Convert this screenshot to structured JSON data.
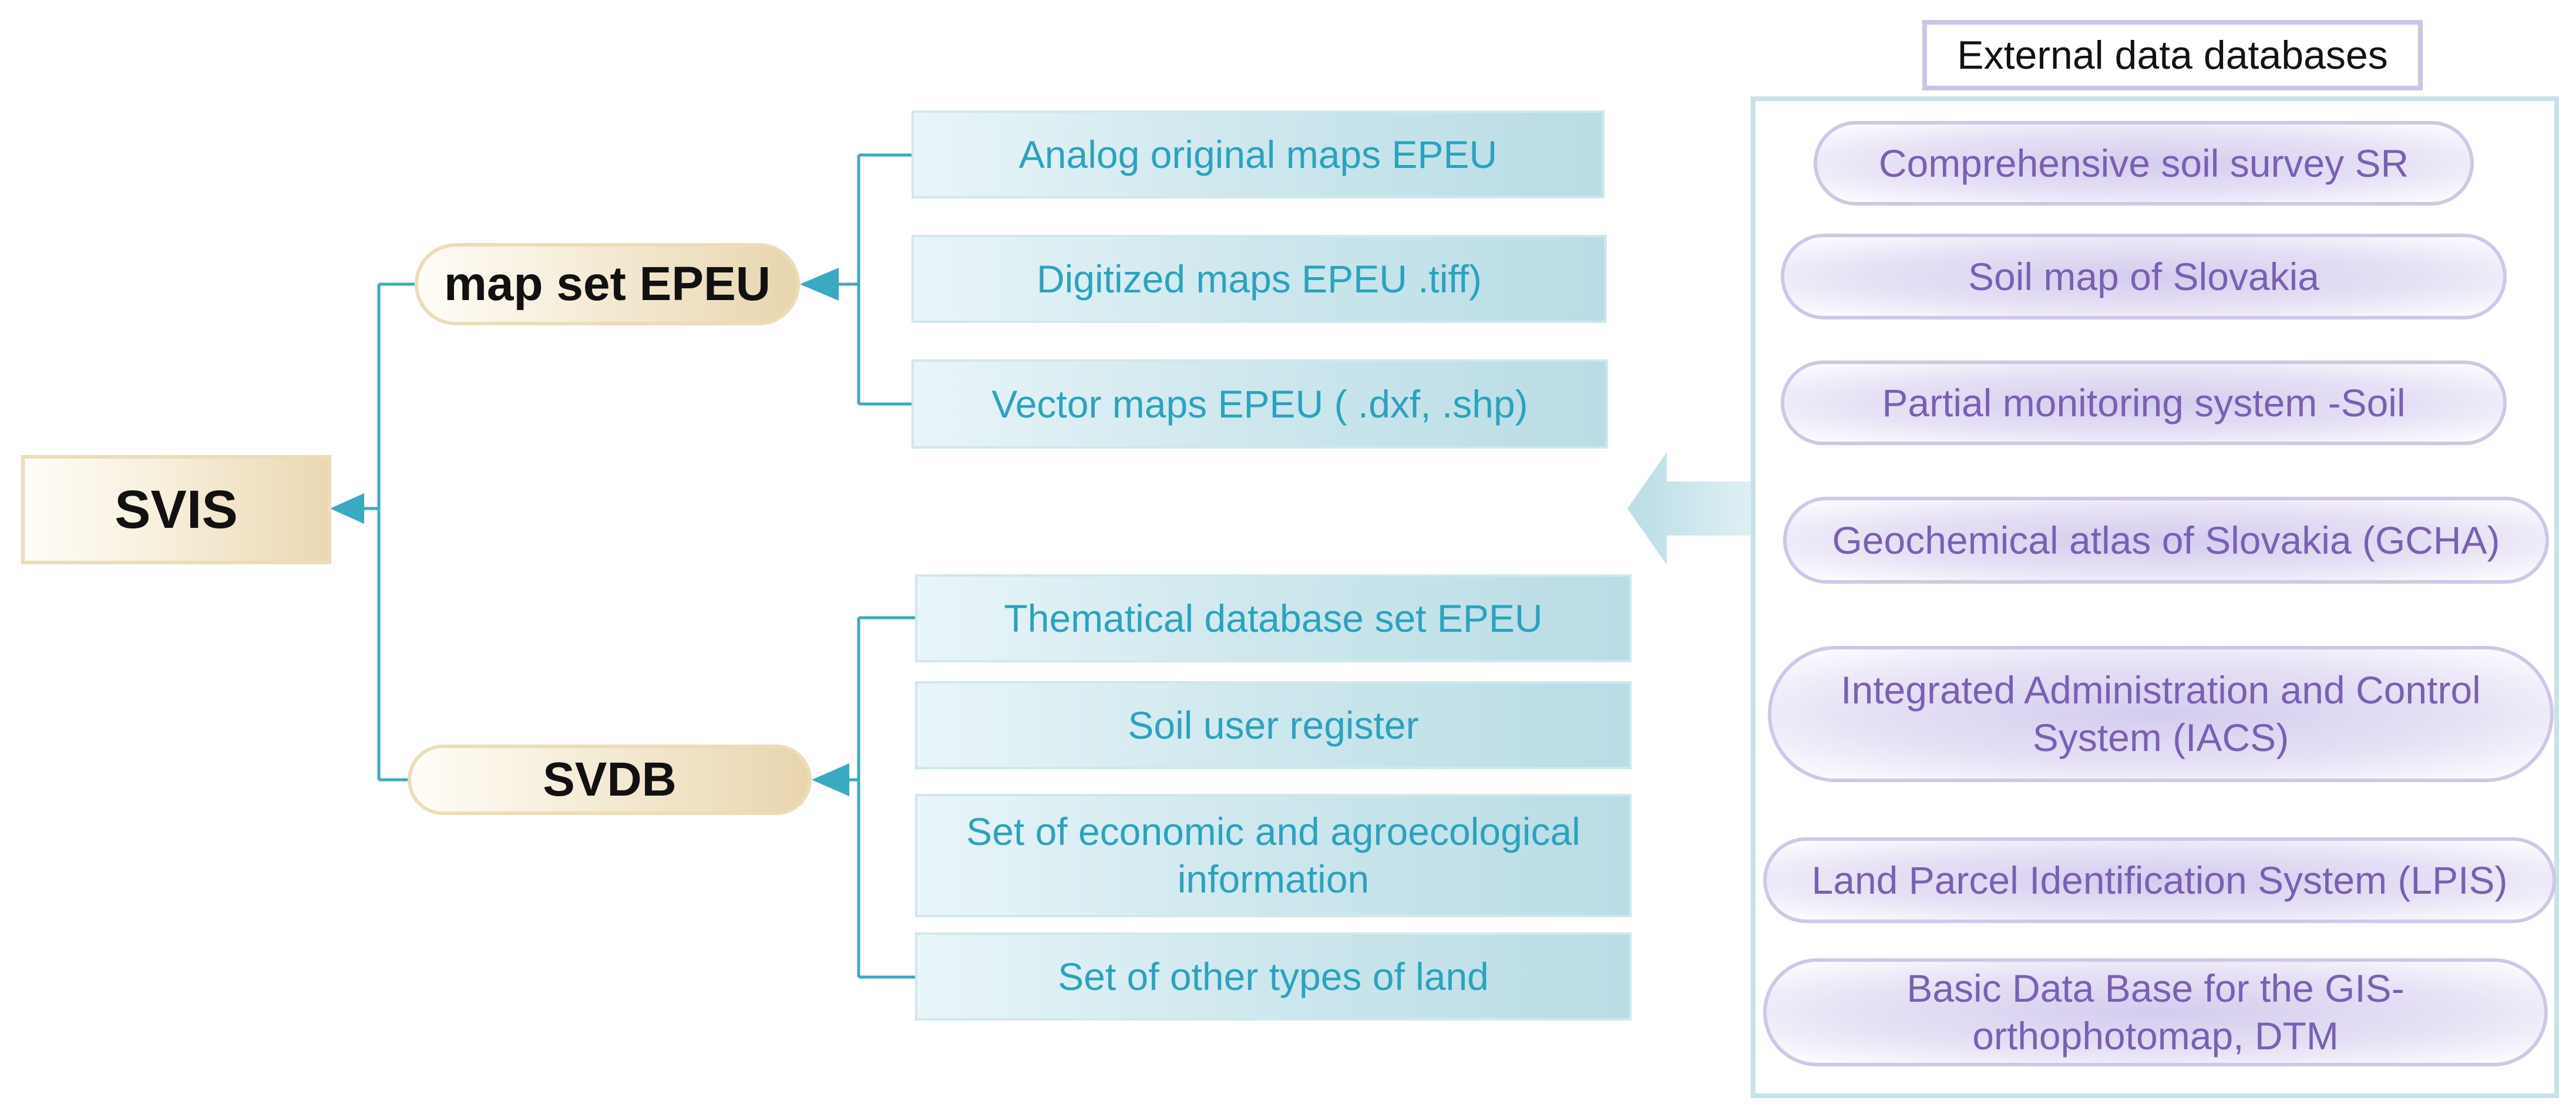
{
  "root": {
    "label": "SVIS"
  },
  "branches": [
    {
      "label": "map set EPEU",
      "items": [
        "Analog original maps EPEU",
        "Digitized maps EPEU .tiff)",
        "Vector maps EPEU ( .dxf, .shp)"
      ]
    },
    {
      "label": "SVDB",
      "items": [
        "Thematical database set EPEU",
        "Soil user register",
        "Set of economic and agroecological information",
        "Set of other types of land"
      ]
    }
  ],
  "external": {
    "title": "External data databases",
    "items": [
      "Comprehensive soil survey SR",
      "Soil map of Slovakia",
      "Partial monitoring system -Soil",
      "Geochemical atlas of Slovakia (GCHA)",
      "Integrated Administration and Control System (IACS)",
      "Land Parcel Identification System (LPIS)",
      "Basic Data Base for the GIS-orthophotomap, DTM"
    ]
  },
  "colors": {
    "connector": "#3aa9c2",
    "teal_text": "#2aa3bf",
    "purple_text": "#7a60b2",
    "gold_border": "#ecdcb7"
  }
}
